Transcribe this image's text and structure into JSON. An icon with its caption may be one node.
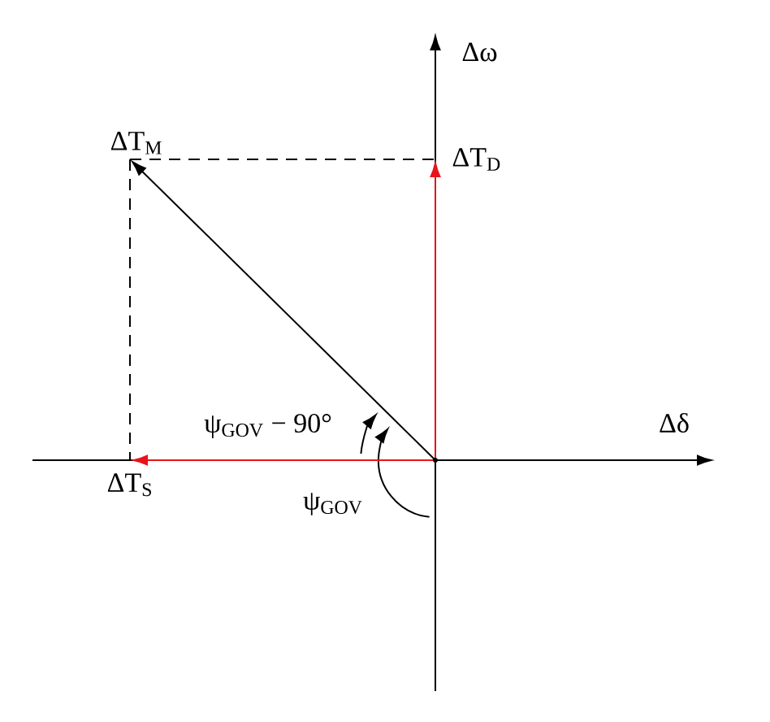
{
  "diagram": {
    "nodes": [
      {
        "text": [
          "ΔT$_{M}$"
        ]
      },
      {
        "text": [
          "ΔT$_{D}$"
        ]
      },
      {
        "text": [
          "ΔT$_{S}$"
        ]
      },
      {
        "text": [],
        "shape": "dot"
      }
    ],
    "edges": [
      {
        "from": 3,
        "to": 1,
        "arrow": "to",
        "color": "#e8141b"
      },
      {
        "from": 3,
        "to": 2,
        "arrow": "to",
        "color": "#e8141b"
      },
      {
        "from": 3,
        "to": 0,
        "arrow": "to"
      },
      {
        "from": 0,
        "to": 1,
        "arrow": "none",
        "style": "dashed"
      },
      {
        "from": 0,
        "to": 2,
        "arrow": "none",
        "style": "dashed"
      }
    ],
    "labels": [
      "Δω",
      "ψ$_{GOV}$ − 90°",
      "Δδ",
      "ψ$_{GOV}$"
    ]
  }
}
